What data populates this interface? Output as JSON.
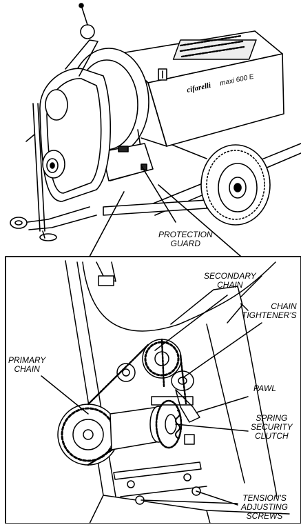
{
  "machine": {
    "badge_brand": "cifarelli",
    "badge_model": "maxi 600 E"
  },
  "labels": {
    "protection_guard": [
      "PROTECTION",
      "GUARD"
    ],
    "secondary_chain": [
      "SECONDARY",
      "CHAIN"
    ],
    "chain_tightener": [
      "CHAIN",
      "TIGHTENER'S"
    ],
    "primary_chain": [
      "PRIMARY",
      "CHAIN"
    ],
    "pawl": [
      "PAWL"
    ],
    "spring_security_clutch": [
      "SPRING",
      "SECURITY",
      "CLUTCH"
    ],
    "tension_adjusting_screws": [
      "TENSION'S",
      "ADJUSTING",
      "SCREWS"
    ]
  },
  "colors": {
    "ink": "#000000",
    "paper": "#ffffff"
  }
}
